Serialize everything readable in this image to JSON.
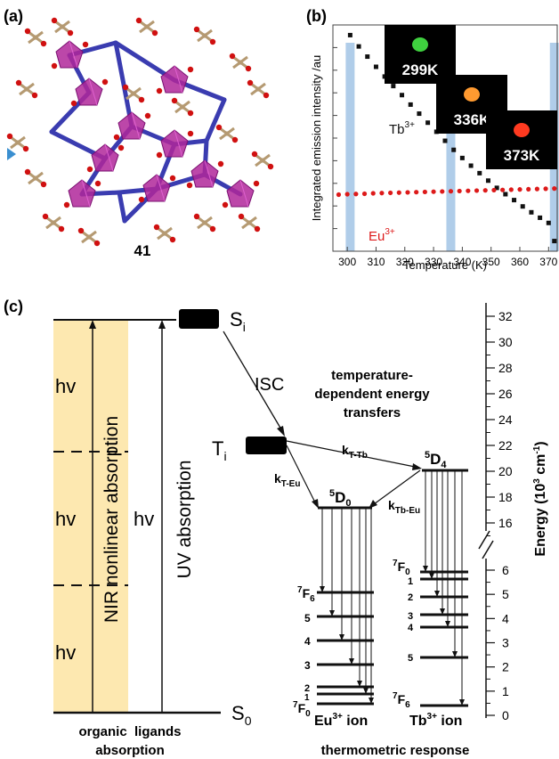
{
  "panel_a": {
    "label": "(a)",
    "compound_number": "41",
    "colors": {
      "polyhedra": "#b0279a",
      "linker": "#3a3cb0",
      "ligand": "#b59a72",
      "oxygen": "#d01010"
    }
  },
  "panel_b": {
    "label": "(b)",
    "inset_labels": [
      "299K",
      "336K",
      "373K"
    ],
    "inset_colors": [
      "#3fd03f",
      "#ff9a30",
      "#ff3a20"
    ]
  },
  "chart_data": {
    "type": "scatter",
    "title": "",
    "xlabel": "Temperature (K)",
    "ylabel": "Integrated emission intensity /au",
    "xlim": [
      295,
      373
    ],
    "x_ticks": [
      300,
      310,
      320,
      330,
      340,
      350,
      360,
      370
    ],
    "y_tick_labels": [],
    "y_scale": "0-1 arbitrary units (no tick labels shown)",
    "highlight_temperatures": [
      301,
      336,
      372
    ],
    "series": [
      {
        "name": "Tb3+",
        "label_text": "Tb",
        "label_sup": "3+",
        "color": "#111111",
        "x": [
          301,
          304,
          307,
          310,
          313,
          316,
          319,
          322,
          325,
          328,
          331,
          334,
          337,
          340,
          343,
          346,
          349,
          352,
          355,
          358,
          361,
          364,
          367,
          370,
          372
        ],
        "y": [
          0.955,
          0.905,
          0.86,
          0.815,
          0.772,
          0.73,
          0.69,
          0.648,
          0.608,
          0.568,
          0.528,
          0.488,
          0.448,
          0.412,
          0.378,
          0.345,
          0.312,
          0.28,
          0.252,
          0.226,
          0.198,
          0.172,
          0.148,
          0.125,
          0.045
        ]
      },
      {
        "name": "Eu3+",
        "label_text": "Eu",
        "label_sup": "3+",
        "color": "#dd1a1a",
        "x": [
          297,
          300,
          303,
          306,
          309,
          312,
          315,
          318,
          321,
          324,
          327,
          330,
          333,
          336,
          339,
          342,
          345,
          348,
          351,
          354,
          357,
          360,
          363,
          366,
          369,
          372
        ],
        "y": [
          0.25,
          0.252,
          0.253,
          0.254,
          0.256,
          0.257,
          0.258,
          0.259,
          0.26,
          0.261,
          0.262,
          0.263,
          0.264,
          0.265,
          0.266,
          0.267,
          0.268,
          0.269,
          0.27,
          0.271,
          0.272,
          0.273,
          0.274,
          0.275,
          0.276,
          0.277
        ]
      }
    ]
  },
  "panel_c": {
    "label": "(c)",
    "hv": "hv",
    "nir_label": "NIR nonlinear absorption",
    "uv_label": "UV absorption",
    "si": "S",
    "si_sub": "i",
    "ti": "T",
    "ti_sub": "i",
    "s0": "S",
    "s0_sub": "0",
    "isc": "ISC",
    "transfer_title": [
      "temperature-",
      "dependent energy",
      "transfers"
    ],
    "k_t_tb": "k",
    "k_t_tb_sub": "T-Tb",
    "k_t_eu": "k",
    "k_t_eu_sub": "T-Eu",
    "k_tb_eu": "k",
    "k_tb_eu_sub": "Tb-Eu",
    "eu_5d0_sup": "5",
    "eu_5d0": "D",
    "eu_5d0_sub": "0",
    "tb_5d4_sup": "5",
    "tb_5d4": "D",
    "tb_5d4_sub": "4",
    "eu_f_levels": [
      "6",
      "5",
      "4",
      "3",
      "2",
      "1"
    ],
    "eu_7f_sup": "7",
    "eu_7f": "F",
    "eu_7f_sub": "0",
    "eu_7f6_sup": "7",
    "eu_7f6": "F",
    "eu_7f6_sub": "6",
    "tb_f_levels": [
      "1",
      "2",
      "3",
      "4",
      "5"
    ],
    "tb_7f0_sup": "7",
    "tb_7f0": "F",
    "tb_7f0_sub": "0",
    "tb_7f6_sup": "7",
    "tb_7f6": "F",
    "tb_7f6_sub": "6",
    "eu_ion_text": "Eu",
    "eu_ion_sup": "3+",
    "eu_ion_suffix": " ion",
    "tb_ion_text": "Tb",
    "tb_ion_sup": "3+",
    "tb_ion_suffix": " ion",
    "organic_label": "organic  ligands",
    "absorption_label": "absorption",
    "thermometric_label": "thermometric response",
    "energy_axis_label": "Energy (10",
    "energy_axis_sup": "3",
    "energy_axis_unit": " cm",
    "energy_axis_sup2": "-1",
    "energy_axis_close": ")",
    "energy_ticks_upper": [
      32,
      30,
      28,
      26,
      24,
      22,
      20,
      18,
      16
    ],
    "energy_ticks_lower": [
      6,
      5,
      4,
      3,
      2,
      1,
      0
    ],
    "colors": {
      "nir_band": "#fde8b0"
    }
  }
}
